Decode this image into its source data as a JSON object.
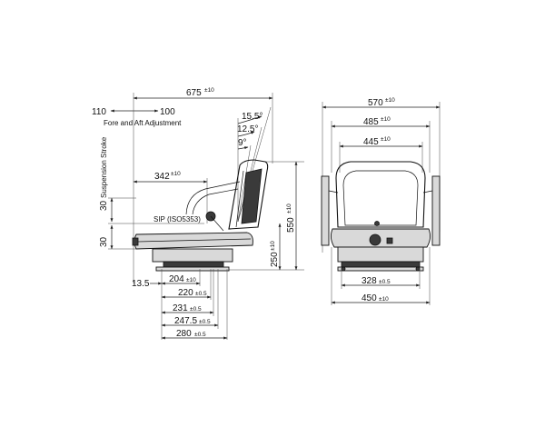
{
  "side_view": {
    "fore_aft": {
      "value_left": "110",
      "value_right": "100",
      "label": "Fore and Aft Adjustment"
    },
    "suspension": {
      "label": "Suspension Stroke",
      "upper": "30",
      "lower": "30"
    },
    "dimensions": {
      "d675": {
        "value": "675",
        "tol": "±10"
      },
      "d342": {
        "value": "342",
        "tol": "±10"
      },
      "d550": {
        "value": "550",
        "tol": "±10"
      },
      "d250": {
        "value": "250",
        "tol": "±10"
      },
      "d13_5": {
        "value": "13.5"
      },
      "d204": {
        "value": "204",
        "tol": "±10"
      },
      "d220": {
        "value": "220",
        "tol": "±0.5"
      },
      "d231": {
        "value": "231",
        "tol": "±0.5"
      },
      "d247_5": {
        "value": "247.5",
        "tol": "±0.5"
      },
      "d280": {
        "value": "280",
        "tol": "±0.5"
      }
    },
    "angles": {
      "a15_5": "15.5°",
      "a12_5": "12.5°",
      "a9": "9°"
    },
    "sip_label": "SIP (ISO5353)"
  },
  "front_view": {
    "dimensions": {
      "d570": {
        "value": "570",
        "tol": "±10"
      },
      "d485": {
        "value": "485",
        "tol": "±10"
      },
      "d445": {
        "value": "445",
        "tol": "±10"
      },
      "d328": {
        "value": "328",
        "tol": "±0.5"
      },
      "d450": {
        "value": "450",
        "tol": "±10"
      }
    }
  }
}
